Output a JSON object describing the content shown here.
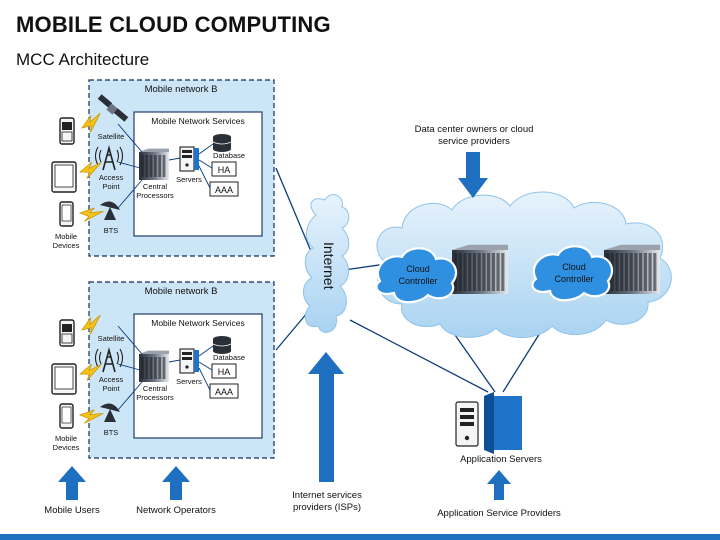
{
  "header": {
    "title": "MOBILE CLOUD COMPUTING",
    "subtitle": "MCC Architecture"
  },
  "networks": [
    {
      "title": "Mobile network B",
      "services_title": "Mobile Network Services",
      "satellite": "Satellite",
      "access_point": [
        "Access",
        "Point"
      ],
      "bts": "BTS",
      "mobile_devices": [
        "Mobile",
        "Devices"
      ],
      "central_processors": [
        "Central",
        "Processors"
      ],
      "servers": "Servers",
      "database": "Database",
      "ha": "HA",
      "aaa": "AAA"
    },
    {
      "title": "Mobile network B",
      "services_title": "Mobile Network Services",
      "satellite": "Satellite",
      "access_point": [
        "Access",
        "Point"
      ],
      "bts": "BTS",
      "mobile_devices": [
        "Mobile",
        "Devices"
      ],
      "central_processors": [
        "Central",
        "Processors"
      ],
      "servers": "Servers",
      "database": "Database",
      "ha": "HA",
      "aaa": "AAA"
    }
  ],
  "internet": "Internet",
  "data_center": [
    "Data center owners or cloud",
    "service providers"
  ],
  "cloud_controllers": [
    [
      "Cloud",
      "Controller"
    ],
    [
      "Cloud",
      "Controller"
    ]
  ],
  "application_servers": "Application Servers",
  "bottom_labels": {
    "mobile_users": "Mobile Users",
    "network_operators": "Network Operators",
    "isps": [
      "Internet services",
      "providers (ISPs)"
    ],
    "asp": "Application Service Providers"
  },
  "colors": {
    "accent": "#1f6fc0",
    "panel": "#cde6f7",
    "cloud_fill": "#bcdcf4",
    "cloud_inner": "#7fbbe8",
    "line": "#0d3c7a",
    "bolt": "#f6c21a"
  }
}
